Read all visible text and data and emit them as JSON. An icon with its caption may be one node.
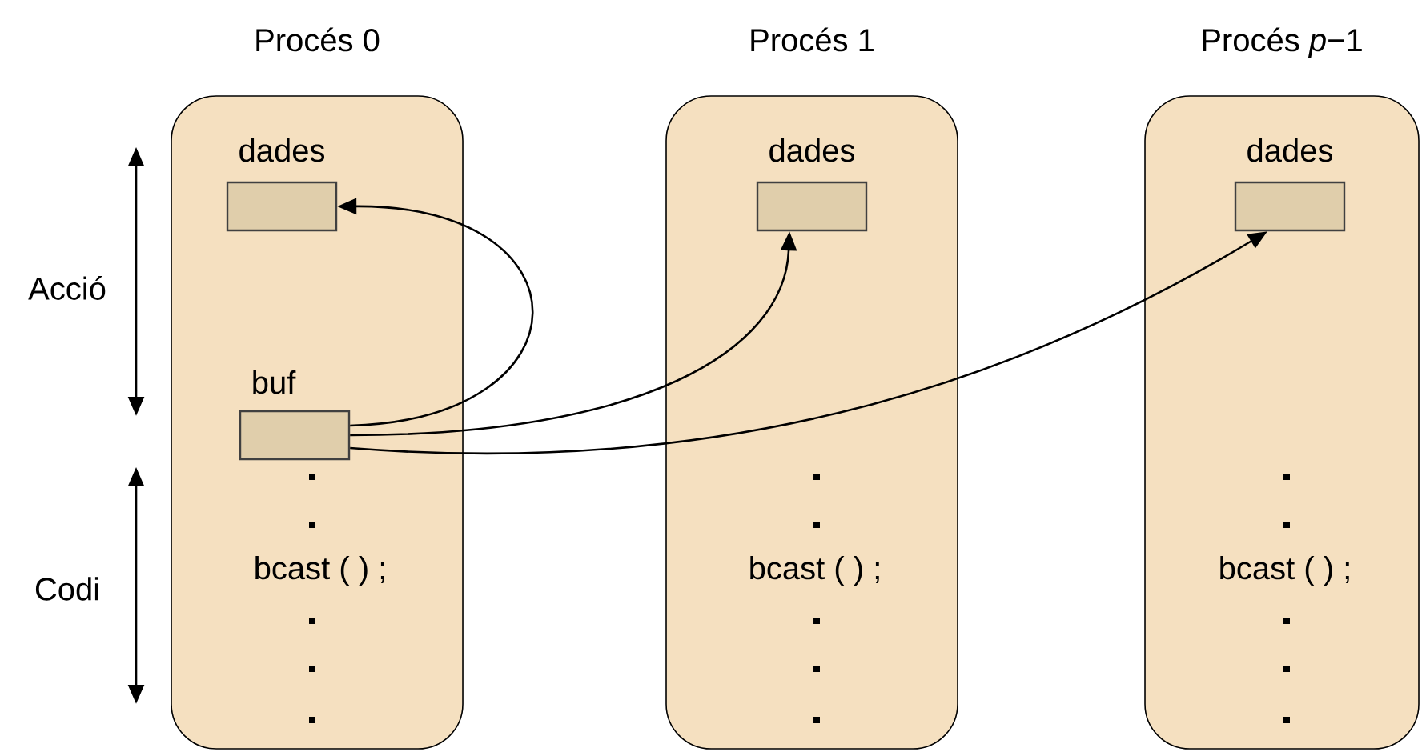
{
  "diagram": {
    "nodes": [
      {
        "text": [
          "Procés 0",
          "bcast ( ) ;"
        ]
      },
      {
        "text": [
          "dades"
        ],
        "in": 0
      },
      {
        "text": [
          "buf"
        ],
        "in": 0
      },
      {
        "text": [
          "Procés 1",
          "bcast ( ) ;"
        ]
      },
      {
        "text": [
          "dades"
        ],
        "in": 3
      },
      {
        "text": [
          "Procés *p*−1",
          "bcast ( ) ;"
        ]
      },
      {
        "text": [
          "dades"
        ],
        "in": 5
      }
    ],
    "edges": [
      {
        "from": 2,
        "to": 1,
        "arrow": "to"
      },
      {
        "from": 2,
        "to": 4,
        "arrow": "to"
      },
      {
        "from": 2,
        "to": 6,
        "arrow": "to"
      }
    ],
    "labels": [
      "Acció",
      "Codi"
    ]
  }
}
